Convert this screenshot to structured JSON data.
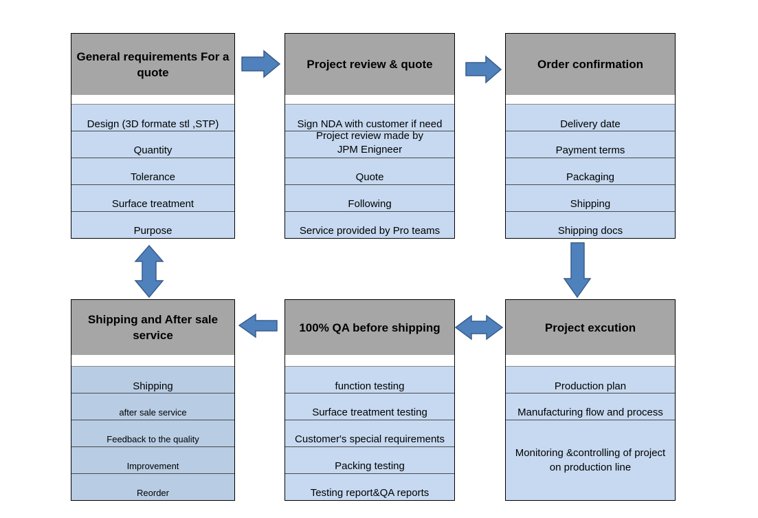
{
  "colors": {
    "header": "#a6a6a6",
    "row_light": "#c6d9f0",
    "row_dark": "#b8cce4",
    "arrow_fill": "#4f81bd",
    "arrow_stroke": "#385d8a"
  },
  "boxes": {
    "general": {
      "title": "General requirements For a quote",
      "items": [
        "Design (3D formate stl ,STP)",
        "Quantity",
        "Tolerance",
        "Surface treatment",
        "Purpose"
      ]
    },
    "review": {
      "title": "Project review  &  quote",
      "items": [
        "Sign NDA with customer if need",
        "Project review  made by JPM Enigneer",
        "Quote",
        "Following",
        "Service provided by Pro teams"
      ]
    },
    "order": {
      "title": "Order confirmation",
      "items": [
        "Delivery date",
        "Payment terms",
        "Packaging",
        "Shipping",
        "Shipping docs"
      ]
    },
    "shipping": {
      "title": "Shipping and After sale service",
      "items": [
        "Shipping",
        "after sale service",
        "Feedback to the quality",
        "Improvement",
        "Reorder"
      ]
    },
    "qa": {
      "title": "100% QA before shipping",
      "items": [
        "function testing",
        "Surface treatment testing",
        "Customer's special requirements",
        "Packing testing",
        "Testing report&QA reports"
      ]
    },
    "execution": {
      "title": "Project excution",
      "items": [
        "Production plan",
        "Manufacturing flow and process",
        "Monitoring &controlling of project on production line"
      ]
    }
  }
}
